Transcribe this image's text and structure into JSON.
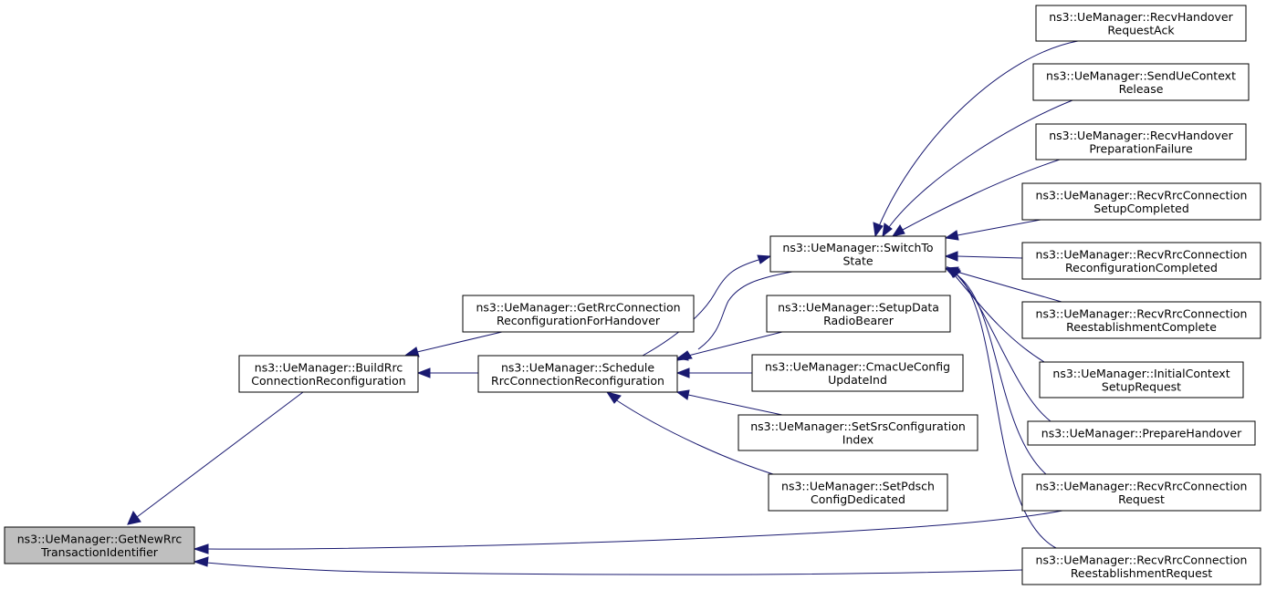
{
  "graph": {
    "colors": {
      "edge": "#191970",
      "root_fill": "#bfbfbf",
      "node_fill": "#ffffff",
      "node_border": "#000000"
    },
    "nodes": [
      {
        "id": "get_new_rrc",
        "lines": [
          "ns3::UeManager::GetNewRrc",
          "TransactionIdentifier"
        ],
        "root": true
      },
      {
        "id": "build_rrc",
        "lines": [
          "ns3::UeManager::BuildRrc",
          "ConnectionReconfiguration"
        ]
      },
      {
        "id": "get_rrc_ho",
        "lines": [
          "ns3::UeManager::GetRrcConnection",
          "ReconfigurationForHandover"
        ]
      },
      {
        "id": "schedule_rrc",
        "lines": [
          "ns3::UeManager::Schedule",
          "RrcConnectionReconfiguration"
        ]
      },
      {
        "id": "switch_to_state",
        "lines": [
          "ns3::UeManager::SwitchTo",
          "State"
        ]
      },
      {
        "id": "setup_drb",
        "lines": [
          "ns3::UeManager::SetupData",
          "RadioBearer"
        ]
      },
      {
        "id": "cmac_ue_config",
        "lines": [
          "ns3::UeManager::CmacUeConfig",
          "UpdateInd"
        ]
      },
      {
        "id": "set_srs",
        "lines": [
          "ns3::UeManager::SetSrsConfiguration",
          "Index"
        ]
      },
      {
        "id": "set_pdsch",
        "lines": [
          "ns3::UeManager::SetPdsch",
          "ConfigDedicated"
        ]
      },
      {
        "id": "recv_ho_req_ack",
        "lines": [
          "ns3::UeManager::RecvHandover",
          "RequestAck"
        ]
      },
      {
        "id": "send_ue_ctx_rel",
        "lines": [
          "ns3::UeManager::SendUeContext",
          "Release"
        ]
      },
      {
        "id": "recv_ho_prep_fail",
        "lines": [
          "ns3::UeManager::RecvHandover",
          "PreparationFailure"
        ]
      },
      {
        "id": "recv_rrc_setup_cmpl",
        "lines": [
          "ns3::UeManager::RecvRrcConnection",
          "SetupCompleted"
        ]
      },
      {
        "id": "recv_rrc_reconf_cmpl",
        "lines": [
          "ns3::UeManager::RecvRrcConnection",
          "ReconfigurationCompleted"
        ]
      },
      {
        "id": "recv_rrc_reest_cmpl",
        "lines": [
          "ns3::UeManager::RecvRrcConnection",
          "ReestablishmentComplete"
        ]
      },
      {
        "id": "initial_ctx_setup",
        "lines": [
          "ns3::UeManager::InitialContext",
          "SetupRequest"
        ]
      },
      {
        "id": "prepare_ho",
        "lines": [
          "ns3::UeManager::PrepareHandover"
        ]
      },
      {
        "id": "recv_rrc_req",
        "lines": [
          "ns3::UeManager::RecvRrcConnection",
          "Request"
        ]
      },
      {
        "id": "recv_rrc_reest_req",
        "lines": [
          "ns3::UeManager::RecvRrcConnection",
          "ReestablishmentRequest"
        ]
      }
    ],
    "edges": [
      {
        "from": "build_rrc",
        "to": "get_new_rrc"
      },
      {
        "from": "recv_rrc_req",
        "to": "get_new_rrc"
      },
      {
        "from": "recv_rrc_reest_req",
        "to": "get_new_rrc"
      },
      {
        "from": "get_rrc_ho",
        "to": "build_rrc"
      },
      {
        "from": "schedule_rrc",
        "to": "build_rrc"
      },
      {
        "from": "schedule_rrc",
        "to": "switch_to_state"
      },
      {
        "from": "switch_to_state",
        "to": "schedule_rrc"
      },
      {
        "from": "setup_drb",
        "to": "schedule_rrc"
      },
      {
        "from": "cmac_ue_config",
        "to": "schedule_rrc"
      },
      {
        "from": "set_srs",
        "to": "schedule_rrc"
      },
      {
        "from": "set_pdsch",
        "to": "schedule_rrc"
      },
      {
        "from": "recv_ho_req_ack",
        "to": "switch_to_state"
      },
      {
        "from": "send_ue_ctx_rel",
        "to": "switch_to_state"
      },
      {
        "from": "recv_ho_prep_fail",
        "to": "switch_to_state"
      },
      {
        "from": "recv_rrc_setup_cmpl",
        "to": "switch_to_state"
      },
      {
        "from": "recv_rrc_reconf_cmpl",
        "to": "switch_to_state"
      },
      {
        "from": "recv_rrc_reest_cmpl",
        "to": "switch_to_state"
      },
      {
        "from": "initial_ctx_setup",
        "to": "switch_to_state"
      },
      {
        "from": "prepare_ho",
        "to": "switch_to_state"
      },
      {
        "from": "recv_rrc_req",
        "to": "switch_to_state"
      },
      {
        "from": "recv_rrc_reest_req",
        "to": "switch_to_state"
      }
    ]
  }
}
